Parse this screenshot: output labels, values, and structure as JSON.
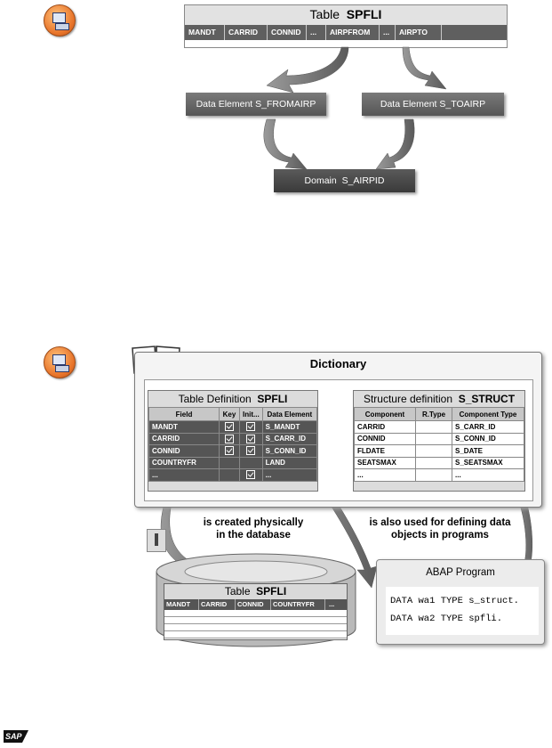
{
  "top": {
    "table_word": "Table",
    "table_name": "SPFLI",
    "columns": [
      "MANDT",
      "CARRID",
      "CONNID",
      "...",
      "AIRPFROM",
      "...",
      "AIRPTO"
    ],
    "data_element_from": "Data Element S_FROMAIRP",
    "data_element_to": "Data Element S_TOAIRP",
    "domain_word": "Domain",
    "domain_name": "S_AIRPID"
  },
  "dictionary": {
    "title": "Dictionary",
    "table_def": {
      "caption_prefix": "Table Definition",
      "caption_name": "SPFLI",
      "headers": [
        "Field",
        "Key",
        "Init...",
        "Data Element"
      ],
      "rows": [
        {
          "field": "MANDT",
          "key": true,
          "init": true,
          "element": "S_MANDT"
        },
        {
          "field": "CARRID",
          "key": true,
          "init": true,
          "element": "S_CARR_ID"
        },
        {
          "field": "CONNID",
          "key": true,
          "init": true,
          "element": "S_CONN_ID"
        },
        {
          "field": "COUNTRYFR",
          "key": false,
          "init": false,
          "element": "LAND"
        },
        {
          "field": "...",
          "key": false,
          "init": true,
          "element": "..."
        }
      ]
    },
    "struct_def": {
      "caption_prefix": "Structure definition",
      "caption_name": "S_STRUCT",
      "headers": [
        "Component",
        "R.Type",
        "Component Type"
      ],
      "rows": [
        {
          "component": "CARRID",
          "rtype": "",
          "type": "S_CARR_ID"
        },
        {
          "component": "CONNID",
          "rtype": "",
          "type": "S_CONN_ID"
        },
        {
          "component": "FLDATE",
          "rtype": "",
          "type": "S_DATE"
        },
        {
          "component": "SEATSMAX",
          "rtype": "",
          "type": "S_SEATSMAX"
        },
        {
          "component": "...",
          "rtype": "",
          "type": "..."
        }
      ]
    }
  },
  "labels": {
    "created": "is created physically in the database",
    "used": "is also used for defining data objects in programs"
  },
  "db_table": {
    "table_word": "Table",
    "table_name": "SPFLI",
    "columns": [
      "MANDT",
      "CARRID",
      "CONNID",
      "COUNTRYFR",
      "..."
    ]
  },
  "program": {
    "title": "ABAP Program",
    "line1": "DATA wa1 TYPE s_struct.",
    "line2": "DATA wa2 TYPE spfli."
  },
  "logo": "SAP",
  "colors": {
    "accent": "#e8742a",
    "dark_box": "#555555",
    "light_bg": "#dcdcdc"
  }
}
